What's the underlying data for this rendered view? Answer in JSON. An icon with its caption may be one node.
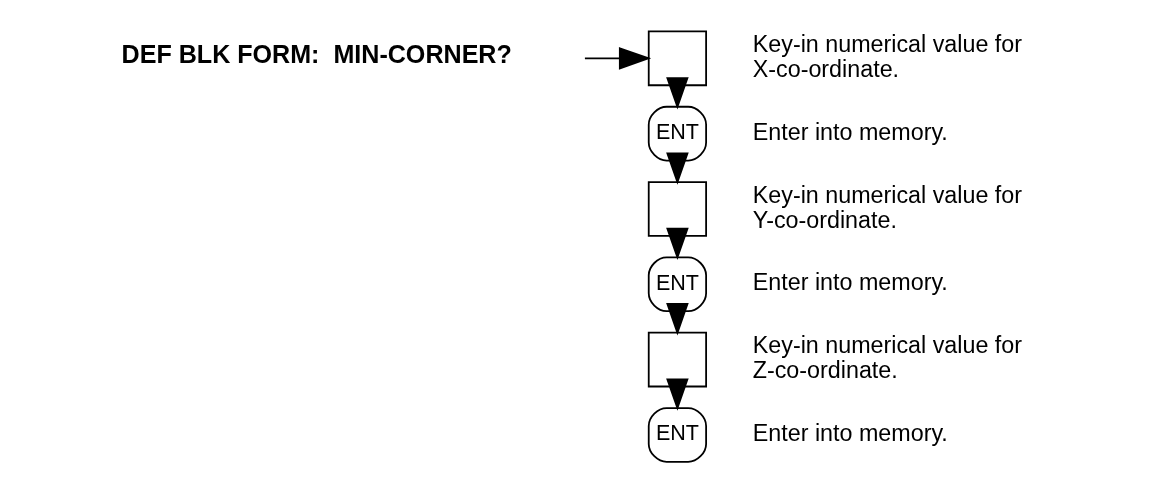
{
  "diagram": {
    "nodes": [
      {
        "text": [],
        "shape": "box",
        "beside": [
          "Key-in numerical value for X-co-ordinate."
        ]
      },
      {
        "text": [
          "ENT"
        ],
        "beside": [
          "Enter into memory."
        ]
      },
      {
        "text": [],
        "shape": "box",
        "beside": [
          "Key-in numerical value for Y-co-ordinate."
        ]
      },
      {
        "text": [
          "ENT"
        ],
        "beside": [
          "Enter into memory."
        ]
      },
      {
        "text": [],
        "shape": "box",
        "beside": [
          "Key-in numerical value for Z-co-ordinate."
        ]
      },
      {
        "text": [
          "ENT"
        ],
        "beside": [
          "Enter into memory."
        ]
      }
    ],
    "edges": [
      {
        "from": null,
        "to": 0,
        "arrow": "to"
      },
      {
        "from": 0,
        "to": 1,
        "arrow": "to"
      },
      {
        "from": 1,
        "to": 2,
        "arrow": "to"
      },
      {
        "from": 2,
        "to": 3,
        "arrow": "to"
      },
      {
        "from": 3,
        "to": 4,
        "arrow": "to"
      },
      {
        "from": 4,
        "to": 5,
        "arrow": "to"
      }
    ],
    "labels": [
      "DEF BLK FORM:  MIN-CORNER?"
    ]
  }
}
